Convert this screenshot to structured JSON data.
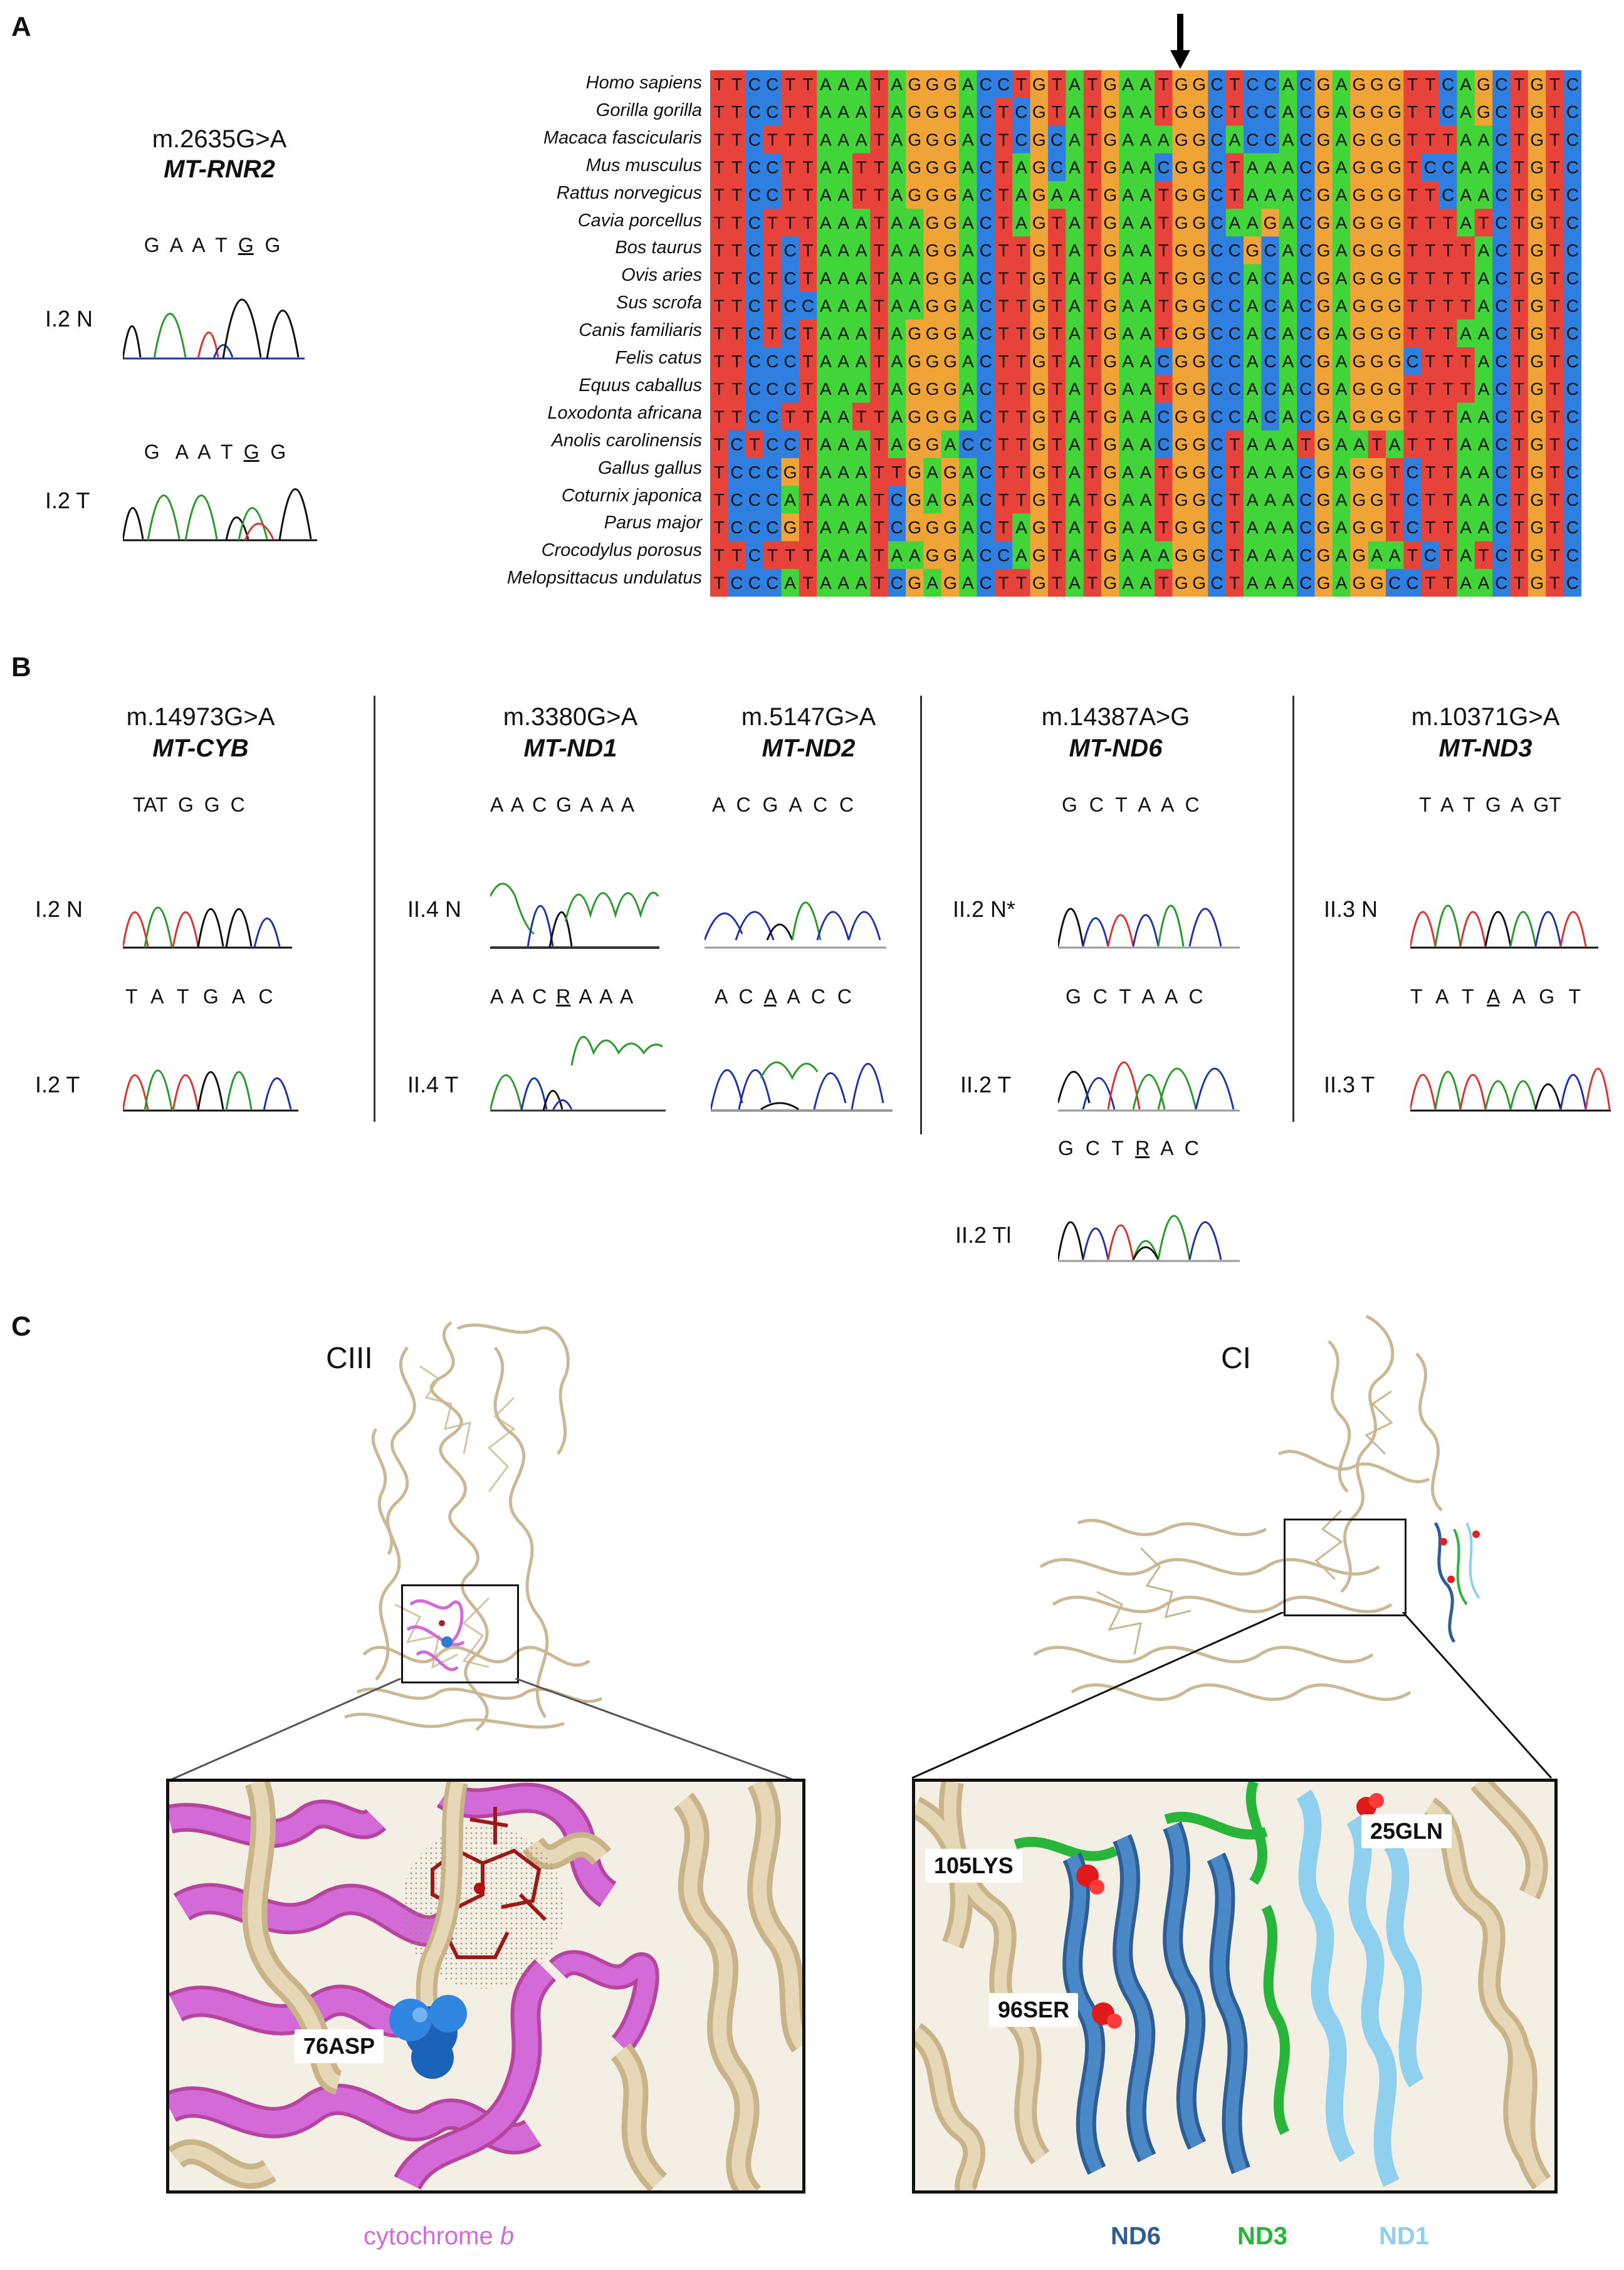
{
  "panels": {
    "a": "A",
    "b": "B",
    "c": "C"
  },
  "panelA": {
    "mutation": "m.2635G>A",
    "gene": "MT-RNR2",
    "seq_n": [
      "G",
      "A",
      "A",
      "T",
      "G",
      "G"
    ],
    "seq_t": [
      "G",
      "A",
      "A",
      "T",
      "G",
      "G"
    ],
    "sample_n": "I.2 N",
    "sample_t": "I.2 T",
    "species": [
      "Homo sapiens",
      "Gorilla gorilla",
      "Macaca fascicularis",
      "Mus musculus",
      "Rattus norvegicus",
      "Cavia porcellus",
      "Bos taurus",
      "Ovis aries",
      "Sus scrofa",
      "Canis familiaris",
      "Felis catus",
      "Equus caballus",
      "Loxodonta africana",
      "Anolis carolinensis",
      "Gallus gallus",
      "Coturnix japonica",
      "Parus major",
      "Crocodylus porosus",
      "Melopsittacus undulatus"
    ],
    "alignment": [
      "TTCCTTAAATAGGGACCTGTATGAATGGCTCCACGAGGGTTCAGCTGTC",
      "TTCCTTAAATAGGGACTCGTATGAATGGCTCCACGAGGGTTCAGCTGTC",
      "TTCTTTAAATAGGGACTCGCATGAAAGGCACCACGAGGGTTTAACTGTC",
      "TTCCTTAATTAGGGACTAGCATGAACGGCTAAACGAGGGTCCAACTGTC",
      "TTCCTTAATTAGGGACTAGAATGAATGGCTAAACGAGGGTTCAACTGTC",
      "TTCTTTAAATAAGGACTAGTATGAATGGCAAGACGAGGGTTTATCTGTC",
      "TTCTCTAAATAAGGACTTGTATGAATGGCCGCACGAGGGTTTTACTGTC",
      "TTCTCTAAATAAGGACTTGTATGAATGGCCACACGAGGGTTTTACTGTC",
      "TTCTCCAAATAAGGACTTGTATGAATGGCCACACGAGGGTTTTACTGTC",
      "TTCTCTAAATAGGGACTTGTATGAATGGCCACACGAGGGTTTAACTGTC",
      "TTCCCTAAATAGGGACTTGTATGAACGGCCACACGAGGGCTTTACTGTC",
      "TTCCCTAAATAGGGACTTGTATGAATGGCCACACGAGGGTTTTACTGTC",
      "TTCCTTAATTAGGGACTTGTATGAACGGCCACACGAGGGTTTAACTGTC",
      "TCTCCTAAATAGGACCTTGTATGAACGGCTAAATGAATATTTAACTGTC",
      "TCCCGTAAATTGAGACTTGTATGAATGGCTAAACGAGGTCTTAACTGTC",
      "TCCCATAAATCGAGACTTGTATGAATGGCTAAACGAGGTCTTAACTGTC",
      "TCCCGTAAATCGGGACTAGTATGAATGGCTAAACGAGGTCTTAACTGTC",
      "TTCTTTAAATAAGGACCAGTATGAAAGGCTAAACGAGAATCTATCTGTC",
      "TCCCATAAATCGAGACTTGTATGAATGGCTAAACGAGGCCTTAACTGTC"
    ],
    "colors": {
      "A": "#41d53a",
      "C": "#2f7fe0",
      "G": "#f0a437",
      "T": "#e8433a"
    }
  },
  "panelB": {
    "groups": [
      {
        "mutation": "m.14973G>A",
        "gene": "MT-CYB",
        "seq_n": "TAT G G C",
        "seq_t": "T A T G A C",
        "sample_n": "I.2 N",
        "sample_t": "I.2 T"
      },
      {
        "mutation": "m.3380G>A",
        "gene": "MT-ND1",
        "seq_n": "A A C G A A A",
        "seq_t": "A A C R A A A",
        "sample_n": "II.4 N",
        "sample_t": "II.4 T"
      },
      {
        "mutation": "m.5147G>A",
        "gene": "MT-ND2",
        "seq_n": "A C G A C C",
        "seq_t": "A C A A C C"
      },
      {
        "mutation": "m.14387A>G",
        "gene": "MT-ND6",
        "seq_n": "G C T A A C",
        "seq_t": "G C T A A C",
        "seq_tl": "G C T R A C",
        "sample_n": "II.2 N*",
        "sample_t": "II.2 T",
        "sample_tl": "II.2 Tl"
      },
      {
        "mutation": "m.10371G>A",
        "gene": "MT-ND3",
        "seq_n": "T A T G A GT",
        "seq_t": "T A T A A G T",
        "sample_n": "II.3 N",
        "sample_t": "II.3 T"
      }
    ]
  },
  "panelC": {
    "complex3": "CIII",
    "complex1": "CI",
    "residue_cyb": "76ASP",
    "residue_1": "105LYS",
    "residue_2": "25GLN",
    "residue_3": "96SER",
    "legend_cyb_prefix": "cytochrome ",
    "legend_cyb_italic": "b",
    "legend_nd6": "ND6",
    "legend_nd3": "ND3",
    "legend_nd1": "ND1",
    "colors": {
      "cyb": "#d46ad8",
      "nd6": "#2d5f94",
      "nd3": "#27b53a",
      "nd1": "#8fd0ee",
      "protein": "#d8c4a0"
    }
  }
}
